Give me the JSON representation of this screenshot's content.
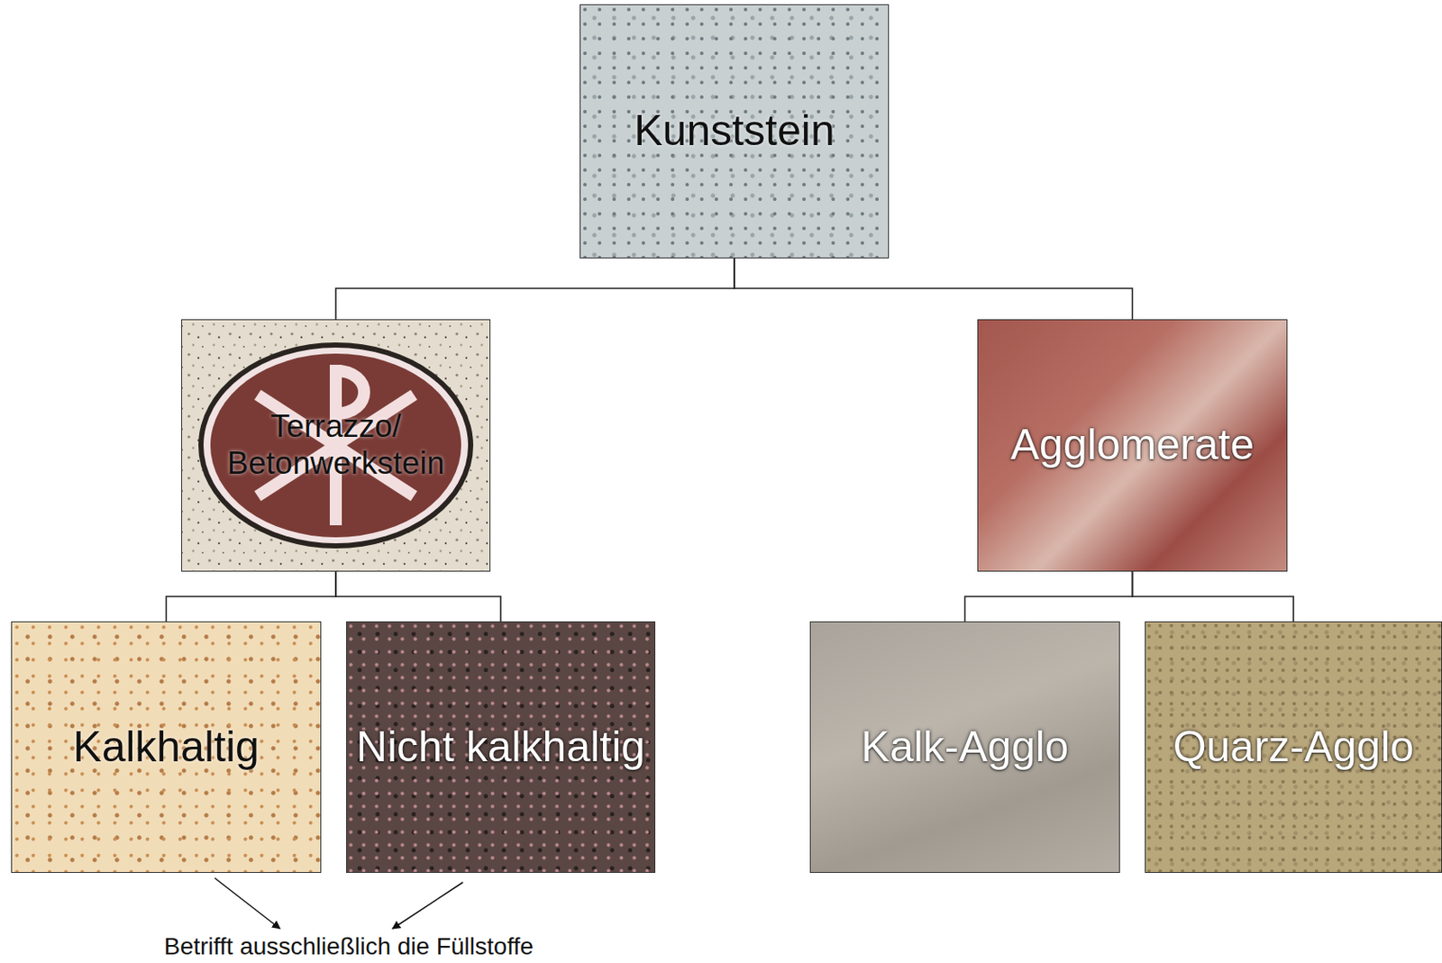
{
  "diagram": {
    "nodes": [
      {
        "text": [
          "Kunststein"
        ]
      },
      {
        "text": [
          "Terrazzo/ Betonwerkstein"
        ]
      },
      {
        "text": [
          "Agglomerate"
        ]
      },
      {
        "text": [
          "Kalkhaltig"
        ]
      },
      {
        "text": [
          "Nicht kalkhaltig"
        ]
      },
      {
        "text": [
          "Kalk-Agglo"
        ]
      },
      {
        "text": [
          "Quarz-Agglo"
        ]
      }
    ],
    "edges": [
      {
        "from": 0,
        "to": 1,
        "arrow": "none"
      },
      {
        "from": 0,
        "to": 2,
        "arrow": "none"
      },
      {
        "from": 1,
        "to": 3,
        "arrow": "none"
      },
      {
        "from": 1,
        "to": 4,
        "arrow": "none"
      },
      {
        "from": 2,
        "to": 5,
        "arrow": "none"
      },
      {
        "from": 2,
        "to": 6,
        "arrow": "none"
      }
    ],
    "labels": [
      "Betrifft ausschließlich die Füllstoffe"
    ]
  }
}
